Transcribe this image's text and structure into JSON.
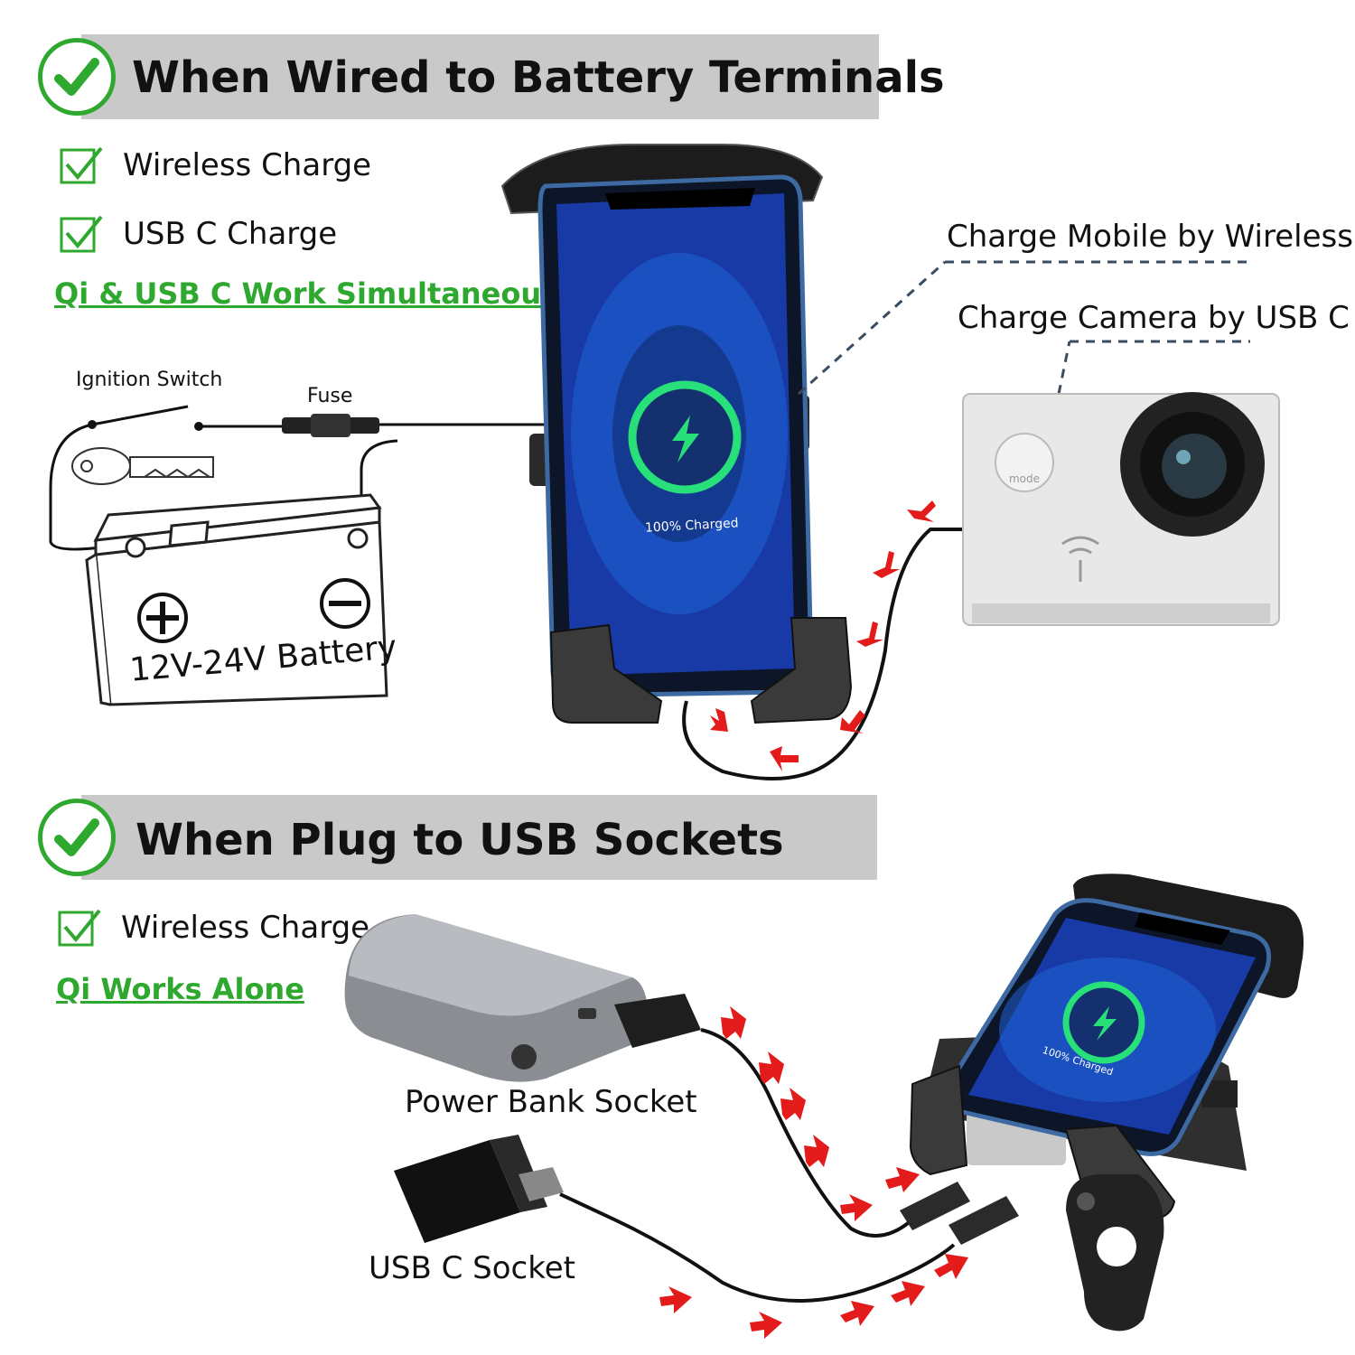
{
  "section1": {
    "title": "When Wired to Battery Terminals",
    "items": [
      {
        "label": "Wireless Charge"
      },
      {
        "label": "USB C Charge"
      }
    ],
    "note": "Qi & USB C Work Simultaneously"
  },
  "wiring": {
    "ignition_label": "Ignition Switch",
    "fuse_label": "Fuse",
    "battery_label": "12V-24V Battery",
    "phone_screen_text": "100% Charged"
  },
  "camera_callouts": {
    "wireless": "Charge Mobile by Wireless",
    "usbc": "Charge Camera by USB C",
    "camera_button_text": "mode"
  },
  "section2": {
    "title": "When Plug to USB Sockets",
    "items": [
      {
        "label": "Wireless Charge"
      }
    ],
    "note": "Qi Works Alone"
  },
  "sockets": {
    "power_bank": "Power Bank Socket",
    "usbc": "USB C Socket"
  },
  "colors": {
    "accent_green": "#2ea82e",
    "banner_gray": "#c9c9c9",
    "arrow_red": "#e31b1b",
    "ring_green": "#27e07a"
  }
}
